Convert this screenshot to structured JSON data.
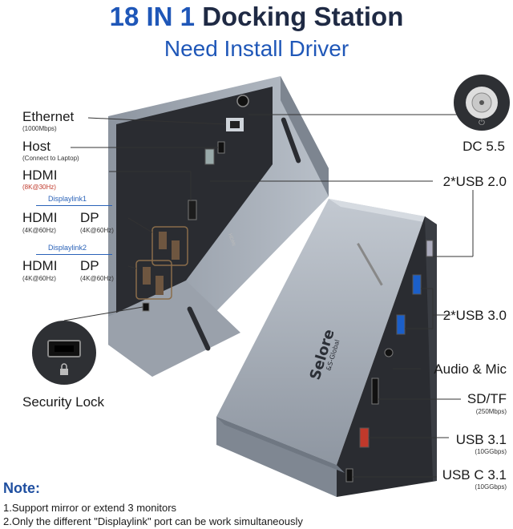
{
  "header": {
    "title_accent": "18 IN 1",
    "title_rest": "Docking Station",
    "subtitle": "Need Install Driver"
  },
  "left_ports": {
    "ethernet": {
      "label": "Ethernet",
      "sub": "(1000Mbps)"
    },
    "host": {
      "label": "Host",
      "sub": "(Connect to Laptop)"
    },
    "hdmi": {
      "label": "HDMI",
      "sub": "(8K@30Hz)"
    },
    "displaylink1": {
      "group": "Displaylink1",
      "hdmi": "HDMI",
      "hdmi_sub": "(4K@60Hz)",
      "dp": "DP",
      "dp_sub": "(4K@60Hz)"
    },
    "displaylink2": {
      "group": "Displaylink2",
      "hdmi": "HDMI",
      "hdmi_sub": "(4K@60Hz)",
      "dp": "DP",
      "dp_sub": "(4K@60Hz)"
    },
    "security_lock": {
      "label": "Security Lock"
    }
  },
  "right_ports": {
    "dc": {
      "label": "DC 5.5"
    },
    "usb20": {
      "label": "2*USB 2.0"
    },
    "usb30": {
      "label": "2*USB 3.0"
    },
    "audio": {
      "label": "Audio & Mic"
    },
    "sdtf": {
      "label": "SD/TF",
      "sub": "(250Mbps)"
    },
    "usb31": {
      "label": "USB 3.1",
      "sub": "(10GGbps)"
    },
    "usbc31": {
      "label": "USB C 3.1",
      "sub": "(10GGbps)"
    }
  },
  "product": {
    "brand": "Selore",
    "brand_sub": "&S-Global"
  },
  "notes": {
    "title": "Note:",
    "items": [
      "1.Support mirror or extend 3 monitors",
      "2.Only the different \"Displaylink\" port can be work simultaneously"
    ]
  },
  "colors": {
    "accent_blue": "#1f57b8",
    "dark_navy": "#1f2a44",
    "red_sub": "#c0392b",
    "body_silver": "#aab2bd",
    "panel_black": "#2a2c31"
  },
  "icons": [
    "dc-power-icon",
    "lock-icon",
    "ethernet-port-icon",
    "hdmi-port-icon",
    "usb-port-icon"
  ]
}
